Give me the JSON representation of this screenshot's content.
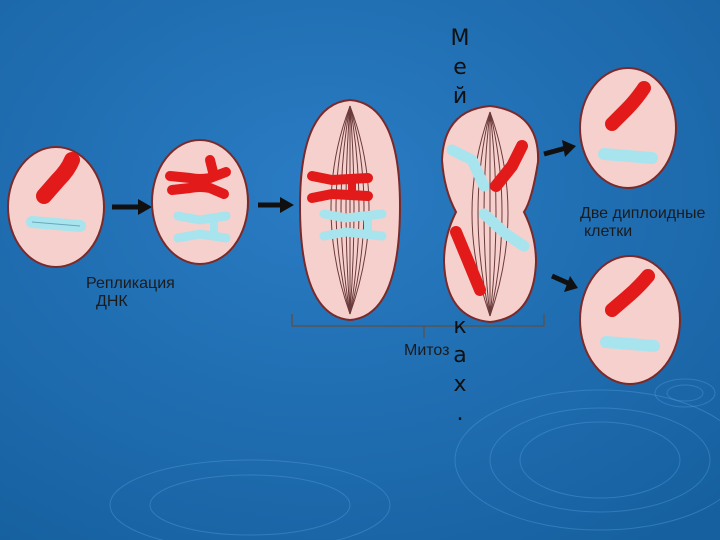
{
  "labels": {
    "replication_line1": "Репликация",
    "replication_line2": "ДНК",
    "mitosis": "Митоз",
    "two_cells_line1": "Две диплоидные",
    "two_cells_line2": "клетки"
  },
  "overlay_vertical_text_top": [
    "М",
    "е",
    "й"
  ],
  "overlay_vertical_text_bottom": [
    "к",
    "а",
    "х",
    "."
  ],
  "colors": {
    "background": "#1f6fb8",
    "cell_fill": "#f6d0cc",
    "cell_stroke": "#7a2a2a",
    "chromosome_red": "#e21a1a",
    "chromosome_blue": "#a8e4ee",
    "arrow": "#101010"
  }
}
